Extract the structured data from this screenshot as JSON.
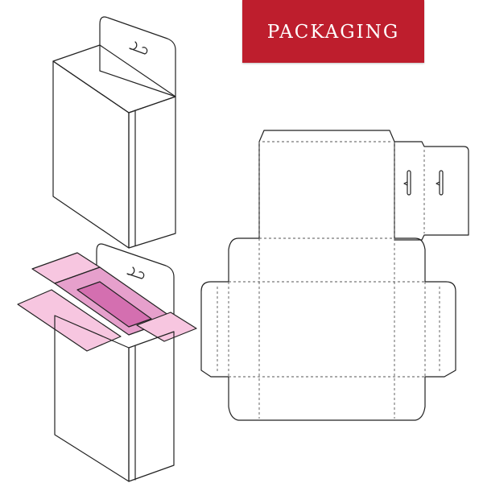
{
  "banner": {
    "title": "PACKAGING",
    "color": "#be1e2d",
    "text_color": "#ffffff"
  },
  "illustrations": [
    {
      "name": "closed-box-isometric"
    },
    {
      "name": "open-box-isometric",
      "interior_colors": [
        "#f7c6e0",
        "#e6a0cc",
        "#d46fb0"
      ]
    },
    {
      "name": "dieline-template"
    }
  ]
}
